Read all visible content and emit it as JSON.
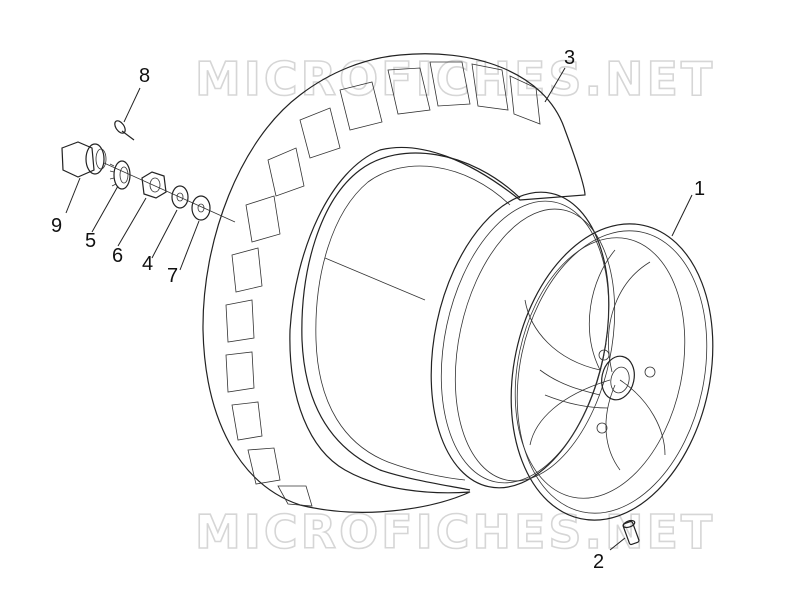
{
  "watermarks": {
    "top": "MICROFICHES.NET",
    "bottom": "MICROFICHES.NET"
  },
  "callouts": {
    "c1": "1",
    "c2": "2",
    "c3": "3",
    "c4": "4",
    "c5": "5",
    "c6": "6",
    "c7": "7",
    "c8": "8",
    "c9": "9"
  },
  "colors": {
    "line": "#222222",
    "watermark": "#d6d6d6",
    "background": "#ffffff"
  }
}
